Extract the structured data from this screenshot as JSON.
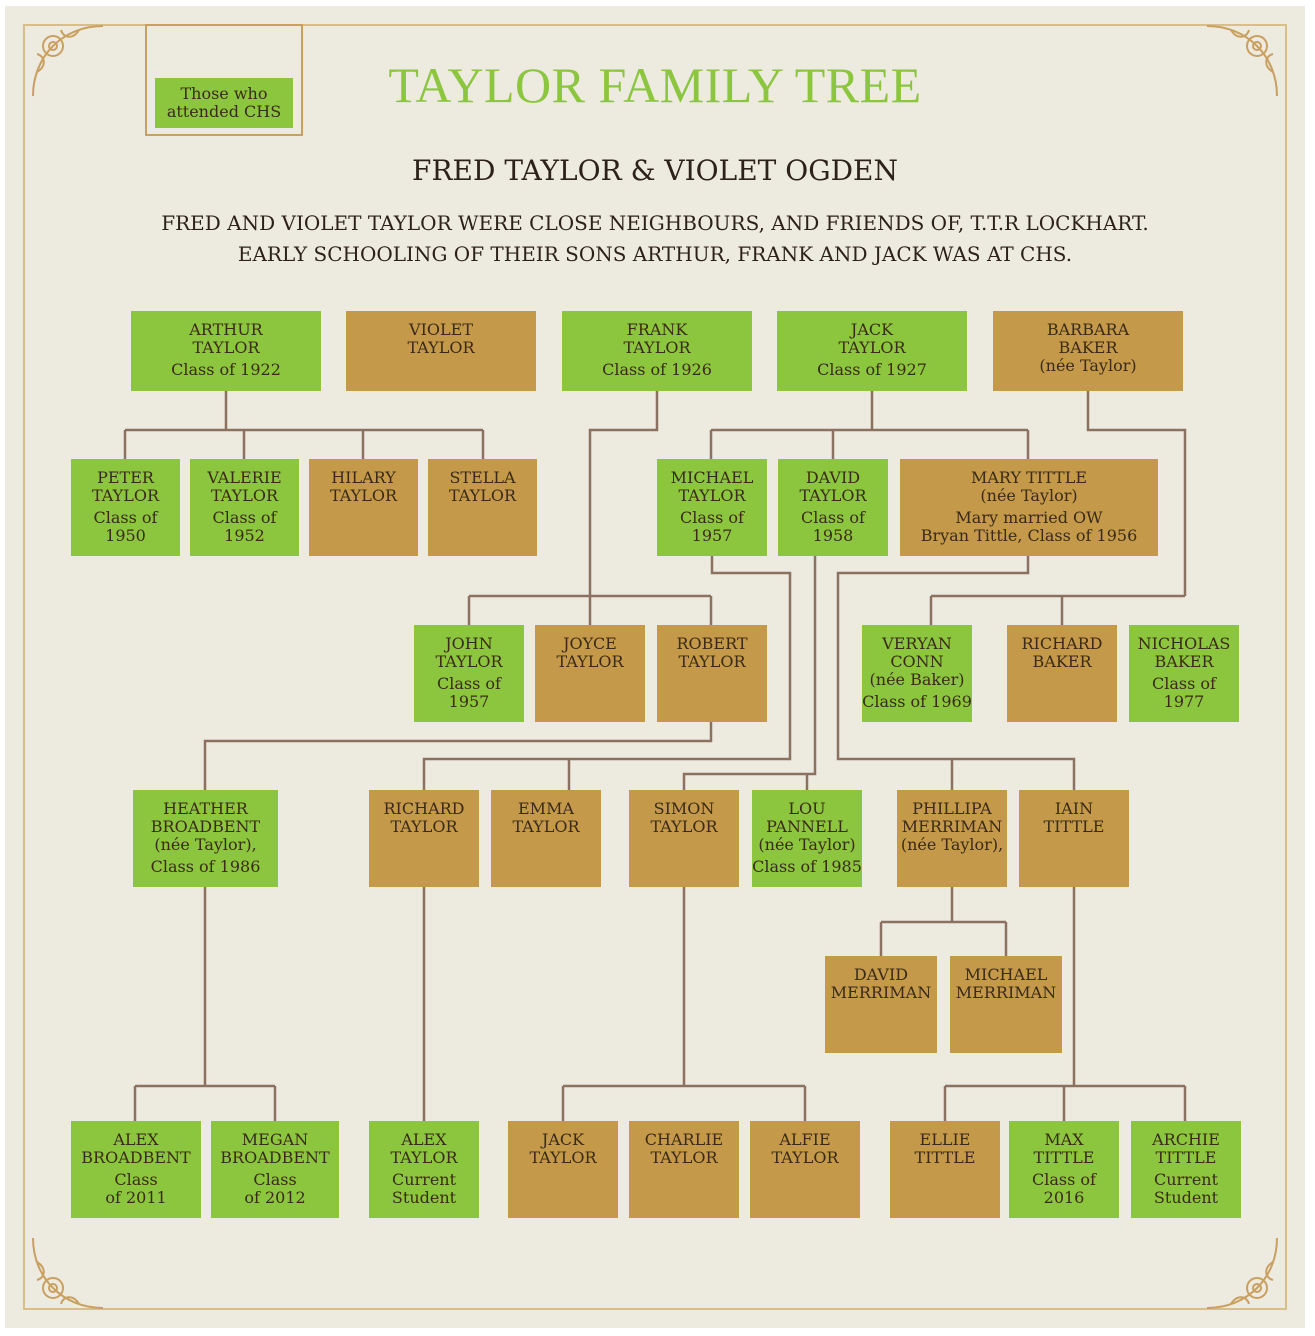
{
  "title": "TAYLOR FAMILY TREE",
  "legend": {
    "label": "Those who attended CHS"
  },
  "couple": "FRED TAYLOR & VIOLET OGDEN",
  "intro": {
    "line1": "FRED AND VIOLET TAYLOR WERE CLOSE NEIGHBOURS, AND FRIENDS OF, T.T.R LOCKHART.",
    "line2": "EARLY SCHOOLING OF THEIR SONS ARTHUR, FRANK AND JACK WAS AT CHS."
  },
  "colors": {
    "attended": "#8cc63f",
    "other": "#c49a4a",
    "line": "#8c7060",
    "title": "#8cc63f"
  },
  "people": {
    "arthur": {
      "name": "ARTHUR\nTAYLOR",
      "note": "Class of 1922",
      "attended": true
    },
    "violet": {
      "name": "VIOLET\nTAYLOR",
      "note": "",
      "attended": false
    },
    "frank": {
      "name": "FRANK\nTAYLOR",
      "note": "Class of 1926",
      "attended": true
    },
    "jack": {
      "name": "JACK\nTAYLOR",
      "note": "Class of 1927",
      "attended": true
    },
    "barbara": {
      "name": "BARBARA\nBAKER\n(née Taylor)",
      "note": "",
      "attended": false
    },
    "peter": {
      "name": "PETER\nTAYLOR",
      "note": "Class of\n1950",
      "attended": true
    },
    "valerie": {
      "name": "VALERIE\nTAYLOR",
      "note": "Class of\n1952",
      "attended": true
    },
    "hilary": {
      "name": "HILARY\nTAYLOR",
      "note": "",
      "attended": false
    },
    "stella": {
      "name": "STELLA\nTAYLOR",
      "note": "",
      "attended": false
    },
    "michael": {
      "name": "MICHAEL\nTAYLOR",
      "note": "Class of\n1957",
      "attended": true
    },
    "david": {
      "name": "DAVID\nTAYLOR",
      "note": "Class of\n1958",
      "attended": true
    },
    "mary": {
      "name": "MARY TITTLE\n(née Taylor)",
      "note": "Mary married OW\nBryan Tittle, Class of 1956",
      "attended": false
    },
    "john": {
      "name": "JOHN\nTAYLOR",
      "note": "Class of\n1957",
      "attended": true
    },
    "joyce": {
      "name": "JOYCE\nTAYLOR",
      "note": "",
      "attended": false
    },
    "robert": {
      "name": "ROBERT\nTAYLOR",
      "note": "",
      "attended": false
    },
    "veryan": {
      "name": "VERYAN\nCONN\n(née Baker)",
      "note": "Class of 1969",
      "attended": true
    },
    "richardb": {
      "name": "RICHARD\nBAKER",
      "note": "",
      "attended": false
    },
    "nicholas": {
      "name": "NICHOLAS\nBAKER",
      "note": "Class of\n1977",
      "attended": true
    },
    "heather": {
      "name": "HEATHER\nBROADBENT\n(née Taylor),",
      "note": "Class of 1986",
      "attended": true
    },
    "richardt": {
      "name": "RICHARD\nTAYLOR",
      "note": "",
      "attended": false
    },
    "emma": {
      "name": "EMMA\nTAYLOR",
      "note": "",
      "attended": false
    },
    "simon": {
      "name": "SIMON\nTAYLOR",
      "note": "",
      "attended": false
    },
    "lou": {
      "name": "LOU\nPANNELL\n(née Taylor)",
      "note": "Class of 1985",
      "attended": true
    },
    "phillipa": {
      "name": "PHILLIPA\nMERRIMAN\n(née Taylor),",
      "note": "",
      "attended": false
    },
    "iain": {
      "name": "IAIN\nTITTLE",
      "note": "",
      "attended": false
    },
    "davidm": {
      "name": "DAVID\nMERRIMAN",
      "note": "",
      "attended": false
    },
    "michaelm": {
      "name": "MICHAEL\nMERRIMAN",
      "note": "",
      "attended": false
    },
    "alexb": {
      "name": "ALEX\nBROADBENT",
      "note": "Class\nof 2011",
      "attended": true
    },
    "megan": {
      "name": "MEGAN\nBROADBENT",
      "note": "Class\nof 2012",
      "attended": true
    },
    "alext": {
      "name": "ALEX\nTAYLOR",
      "note": "Current\nStudent",
      "attended": true
    },
    "jackt": {
      "name": "JACK\nTAYLOR",
      "note": "",
      "attended": false
    },
    "charlie": {
      "name": "CHARLIE\nTAYLOR",
      "note": "",
      "attended": false
    },
    "alfie": {
      "name": "ALFIE\nTAYLOR",
      "note": "",
      "attended": false
    },
    "ellie": {
      "name": "ELLIE\nTITTLE",
      "note": "",
      "attended": false
    },
    "max": {
      "name": "MAX\nTITTLE",
      "note": "Class of\n2016",
      "attended": true
    },
    "archie": {
      "name": "ARCHIE\nTITTLE",
      "note": "Current\nStudent",
      "attended": true
    }
  }
}
